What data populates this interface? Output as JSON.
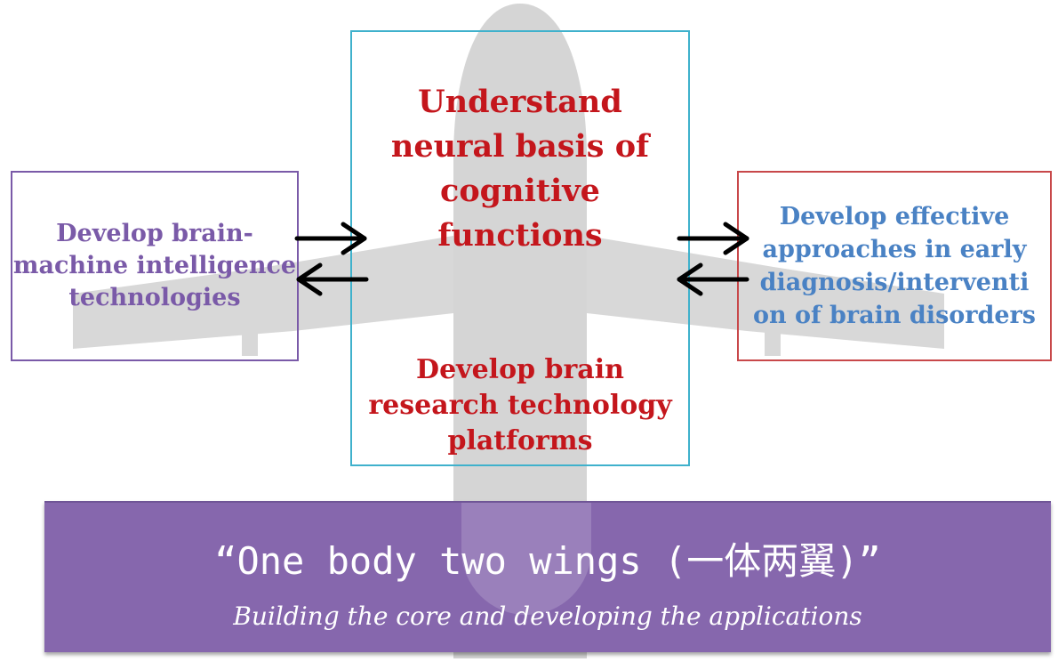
{
  "left_box": {
    "lines": [
      "Develop brain-",
      "machine intelligence",
      "technologies"
    ]
  },
  "right_box": {
    "lines": [
      "Develop effective",
      "approaches in early",
      "diagnosis/interventi",
      "on of brain disorders"
    ]
  },
  "center_box": {
    "top_lines": [
      "Understand",
      "neural basis of",
      "cognitive",
      "functions"
    ],
    "bottom_lines": [
      "Develop brain",
      "research technology",
      "platforms"
    ]
  },
  "banner": {
    "title": "“One body two wings (一体两翼)”",
    "subtitle": "Building the core and developing the applications"
  },
  "colors": {
    "left_accent": "#7a5aa8",
    "right_border": "#c8484a",
    "right_text": "#4a82c4",
    "center_border": "#3fb1cc",
    "center_text": "#c4161c",
    "banner_bg": "#8667ad",
    "airplane": "#d9d9d9"
  }
}
